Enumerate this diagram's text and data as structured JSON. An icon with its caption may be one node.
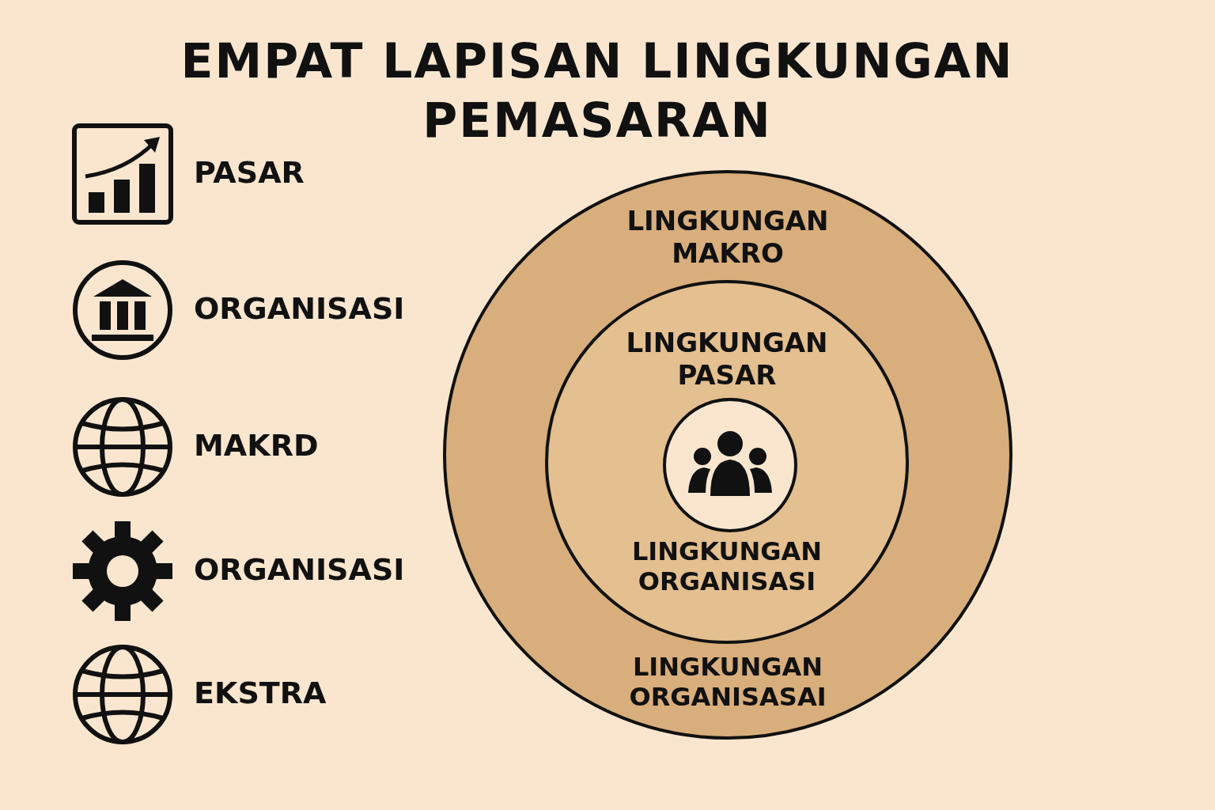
{
  "diagram": {
    "title": "EMPAT LAPISAN LINGKUNGAN PEMASARAN",
    "nodes": [
      {
        "text": [
          "LINGKUNGAN MAKRO",
          "LINGKUNGAN ORGANISASAI"
        ]
      },
      {
        "text": [
          "LINGKUNGAN PASAR",
          "LINGKUNGAN ORGANISASI"
        ],
        "in": 0
      },
      {
        "text": [],
        "shape": "circle",
        "in": 1
      }
    ],
    "edges": [],
    "labels": [
      "PASAR",
      "ORGANISASI",
      "MAKRD",
      "ORGANISASI",
      "EKSTRA"
    ]
  }
}
